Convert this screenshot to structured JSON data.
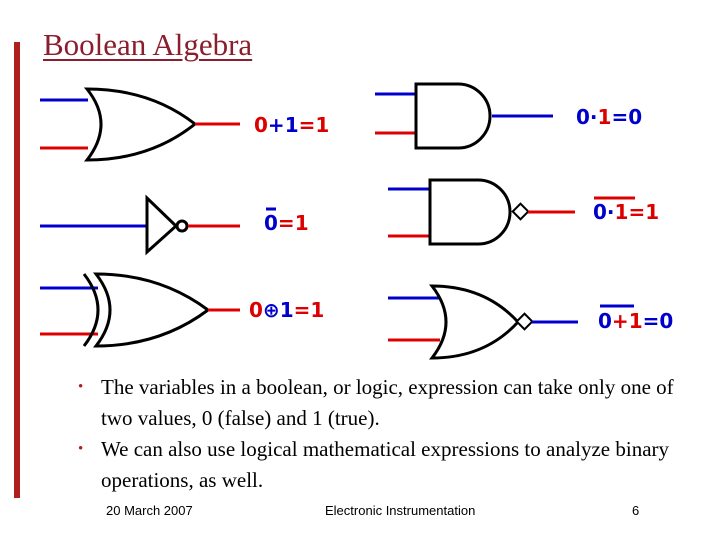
{
  "slide": {
    "title": "Boolean Algebra",
    "accent_color": "#b01e1e",
    "title_color": "#8b1e2d"
  },
  "gates": [
    {
      "id": "or",
      "icon": "or-gate-icon",
      "label_parts": [
        "0",
        "+",
        "1",
        "=",
        "1"
      ]
    },
    {
      "id": "and",
      "icon": "and-gate-icon",
      "label_parts": [
        "0",
        "·",
        "1",
        "=",
        "0"
      ]
    },
    {
      "id": "not",
      "icon": "not-gate-icon",
      "label_parts": [
        "0",
        "=",
        "1"
      ]
    },
    {
      "id": "nand",
      "icon": "nand-gate-icon",
      "label_parts": [
        "0",
        "·",
        "1",
        "=",
        "1"
      ]
    },
    {
      "id": "xor",
      "icon": "xor-gate-icon",
      "label_parts": [
        "0",
        "⊕",
        "1",
        "=",
        "1"
      ]
    },
    {
      "id": "nor",
      "icon": "nor-gate-icon",
      "label_parts": [
        "0",
        "+",
        "1",
        "=",
        "0"
      ]
    }
  ],
  "bullets": [
    "The variables in a boolean, or logic, expression can take only one of two values, 0 (false) and 1 (true).",
    "We can also use logical mathematical expressions to analyze binary operations, as well."
  ],
  "footer": {
    "date": "20 March 2007",
    "course": "Electronic Instrumentation",
    "page": "6"
  }
}
